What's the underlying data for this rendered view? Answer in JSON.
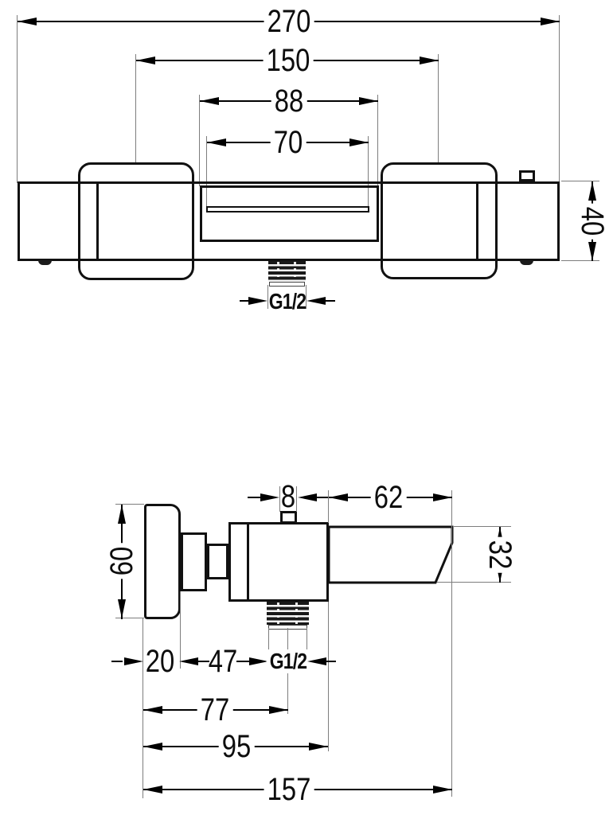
{
  "top_view": {
    "total_width": "270",
    "connection_centers": "150",
    "spout_width": "88",
    "slot_width": "70",
    "body_height": "40",
    "outlet_thread": "G1/2"
  },
  "side_view": {
    "handle_height": "60",
    "knob_width": "8",
    "spout_length": "62",
    "spout_height": "32",
    "handle_depth": "20",
    "handle_to_thread": "47",
    "outlet_thread": "G1/2",
    "wall_to_outlet": "77",
    "wall_to_body_face": "95",
    "total_depth": "157"
  }
}
